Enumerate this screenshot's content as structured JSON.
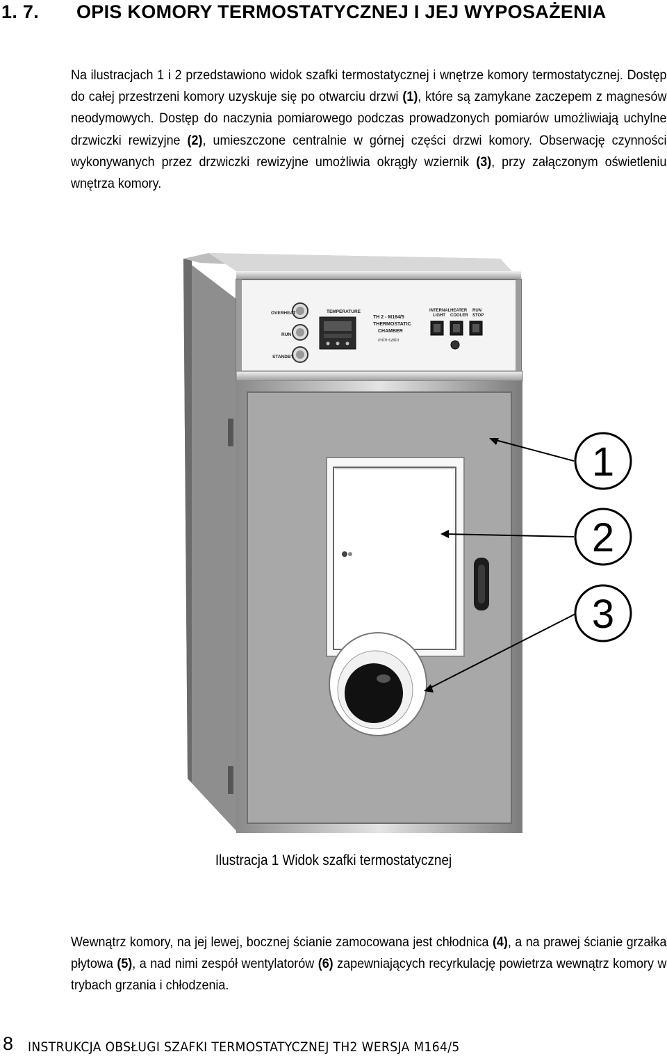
{
  "heading": {
    "number": "1. 7.",
    "title": "OPIS KOMORY TERMOSTATYCZNEJ I JEJ WYPOSAŻENIA"
  },
  "paragraph1": {
    "t1": "Na ilustracjach 1 i 2 przedstawiono widok szafki termostatycznej i wnętrze komory termostatycznej. Dostęp do całej przestrzeni komory uzyskuje się po otwarciu drzwi ",
    "r1": "(1)",
    "t2": ", które są zamykane zaczepem z magnesów neodymowych.  Dostęp do naczynia pomiarowego podczas prowadzonych pomiarów umożliwiają uchylne drzwiczki rewizyjne ",
    "r2": "(2)",
    "t3": ", umieszczone centralnie w górnej części drzwi komory.  Obserwację czynności wykonywanych przez drzwiczki rewizyjne umożliwia okrągły wziernik ",
    "r3": "(3)",
    "t4": ", przy załączonym oświetleniu wnętrza komory."
  },
  "figure": {
    "panel": {
      "overheat": "OVERHEAT",
      "run": "RUN",
      "standby": "STANDBY",
      "temperature": "TEMPERATURE",
      "model_line1": "TH 2 - M164/5",
      "model_line2": "THERMOSTATIC",
      "model_line3": "CHAMBER",
      "brand": "mim-cako",
      "sw1_line1": "INTERNAL",
      "sw1_line2": "LIGHT",
      "sw2_line1": "HEATER",
      "sw2_line2": "COOLER",
      "sw3_line1": "RUN",
      "sw3_line2": "STOP"
    },
    "callouts": [
      "1",
      "2",
      "3"
    ]
  },
  "caption": "Ilustracja 1 Widok szafki termostatycznej",
  "paragraph2": {
    "t1": "Wewnątrz komory, na jej lewej, bocznej ścianie zamocowana jest chłodnica ",
    "r1": "(4)",
    "t2": ", a na prawej ścianie grzałka płytowa ",
    "r2": "(5)",
    "t3": ", a nad nimi zespół wentylatorów ",
    "r3": "(6)",
    "t4": " zapewniających recyrkulację powietrza wewnątrz komory w trybach grzania i chłodzenia."
  },
  "footer": {
    "page_number": "8",
    "text": "INSTRUKCJA OBSŁUGI SZAFKI TERMOSTATYCZNEJ   TH2 WERSJA M164/5"
  }
}
